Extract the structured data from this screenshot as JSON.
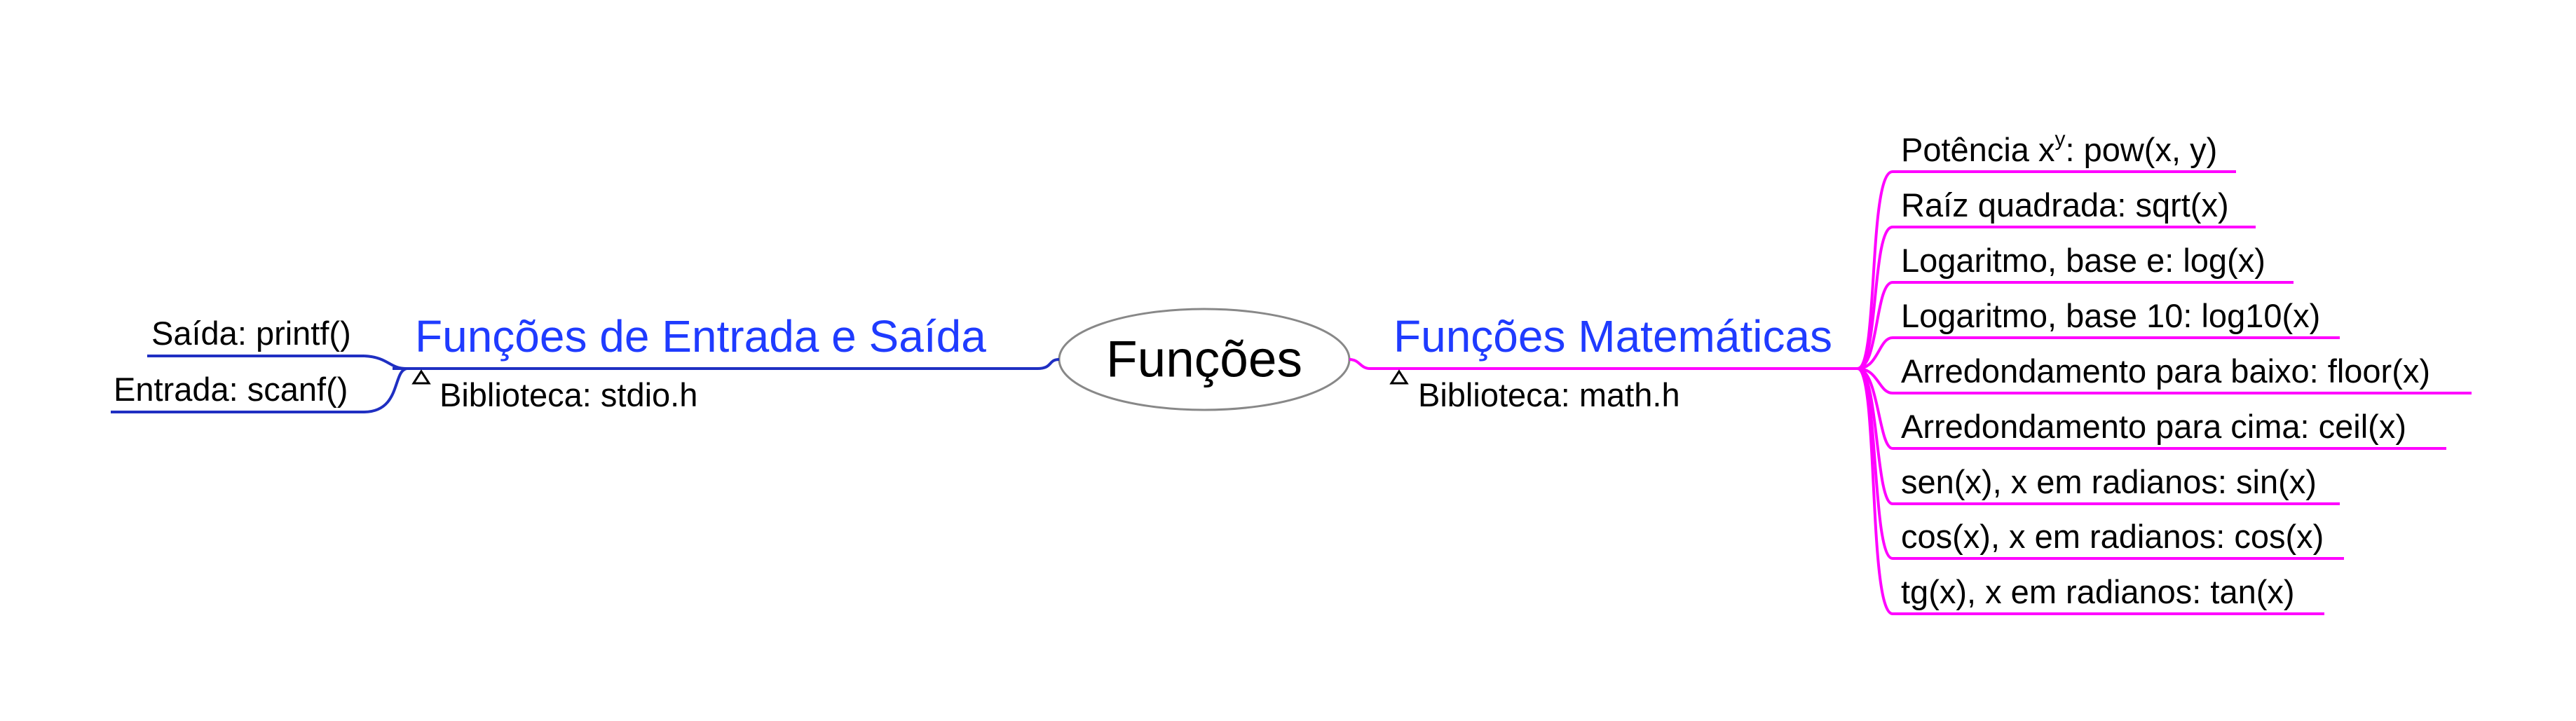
{
  "colors": {
    "left_branch": "#1f2fc2",
    "left_title": "#1f3bff",
    "right_branch": "#ff00ff",
    "right_title": "#1f3bff",
    "center_border": "#888888",
    "leaf_text": "#000000"
  },
  "center": {
    "label": "Funções"
  },
  "left": {
    "title": "Funções de Entrada e Saída",
    "note_icon": "triangle-note-icon",
    "note": "Biblioteca: stdio.h",
    "leaves": [
      "Saída: printf()",
      "Entrada: scanf()"
    ]
  },
  "right": {
    "title": "Funções Matemáticas",
    "note_icon": "triangle-note-icon",
    "note": "Biblioteca: math.h",
    "leaves": [
      {
        "before": "Potência x",
        "exp": "y",
        "after": ": pow(x, y)"
      },
      {
        "before": "Raíz quadrada: sqrt(x)"
      },
      {
        "before": "Logaritmo, base e: log(x)"
      },
      {
        "before": "Logaritmo, base 10: log10(x)"
      },
      {
        "before": "Arredondamento para baixo: floor(x)"
      },
      {
        "before": "Arredondamento para cima: ceil(x)"
      },
      {
        "before": "sen(x), x em radianos: sin(x)"
      },
      {
        "before": "cos(x), x em radianos: cos(x)"
      },
      {
        "before": "tg(x), x em radianos: tan(x)"
      }
    ]
  }
}
